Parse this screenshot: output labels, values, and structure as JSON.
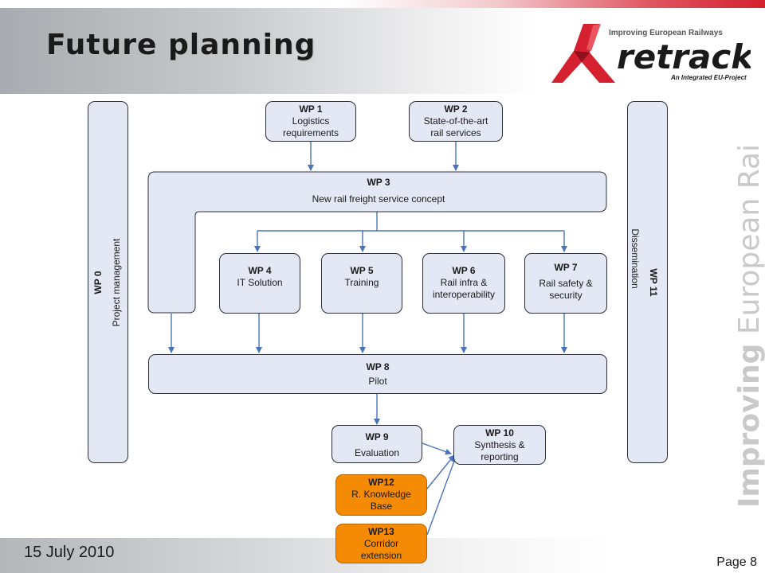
{
  "header": {
    "title": "Future planning"
  },
  "logo": {
    "tagline": "Improving European Railways",
    "name": "retrack",
    "subtitle": "An Integrated EU-Project"
  },
  "side_slogan": {
    "bold": "Improving",
    "rest": " European Railways"
  },
  "footer": {
    "date": "15 July 2010",
    "page": "Page 8"
  },
  "diagram": {
    "wp0": {
      "id": "WP 0",
      "label": "Project management"
    },
    "wp11": {
      "id": "WP 11",
      "label": "Dissemination"
    },
    "wp1": {
      "id": "WP 1",
      "label": "Logistics requirements"
    },
    "wp2": {
      "id": "WP 2",
      "label": "State-of-the-art rail services"
    },
    "wp3": {
      "id": "WP 3",
      "label": "New rail freight service concept"
    },
    "wp4": {
      "id": "WP 4",
      "label": "IT Solution"
    },
    "wp5": {
      "id": "WP 5",
      "label": "Training"
    },
    "wp6": {
      "id": "WP 6",
      "label": "Rail infra & interoperability"
    },
    "wp7": {
      "id": "WP 7",
      "label": "Rail safety & security"
    },
    "wp8": {
      "id": "WP 8",
      "label": "Pilot"
    },
    "wp9": {
      "id": "WP 9",
      "label": "Evaluation"
    },
    "wp10": {
      "id": "WP 10",
      "label": "Synthesis & reporting"
    },
    "wp12": {
      "id": "WP12",
      "label": "R. Knowledge Base"
    },
    "wp13": {
      "id": "WP13",
      "label": "Corridor extension"
    }
  },
  "colors": {
    "box_fill": "#e4e8f5",
    "highlight_fill": "#f58b05",
    "arrow": "#4a73b8",
    "brand_red": "#d4202f"
  }
}
